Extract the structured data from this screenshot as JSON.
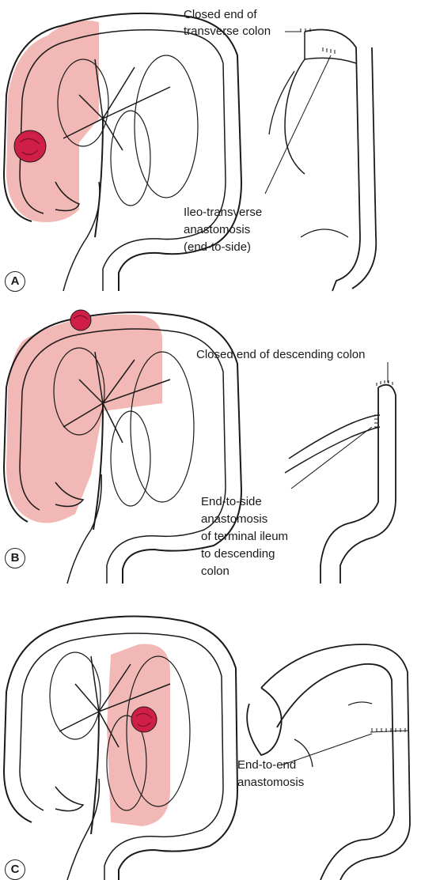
{
  "colors": {
    "resection": "#f2b8b5",
    "tumor": "#d01f47",
    "ink": "#1a1a1a"
  },
  "panels": [
    {
      "id": "A",
      "labels": {
        "closed_end_1": "Closed end of",
        "closed_end_2": "transverse colon",
        "anast_1": "Ileo-transverse",
        "anast_2": "anastomosis",
        "anast_3": "(end-to-side)"
      }
    },
    {
      "id": "B",
      "labels": {
        "closed_end": "Closed end of descending colon",
        "anast_1": "End-to-side",
        "anast_2": "anastomosis",
        "anast_3": "of terminal ileum",
        "anast_4": "to descending",
        "anast_5": "colon"
      }
    },
    {
      "id": "C",
      "labels": {
        "anast_1": "End-to-end",
        "anast_2": "anastomosis"
      }
    }
  ]
}
